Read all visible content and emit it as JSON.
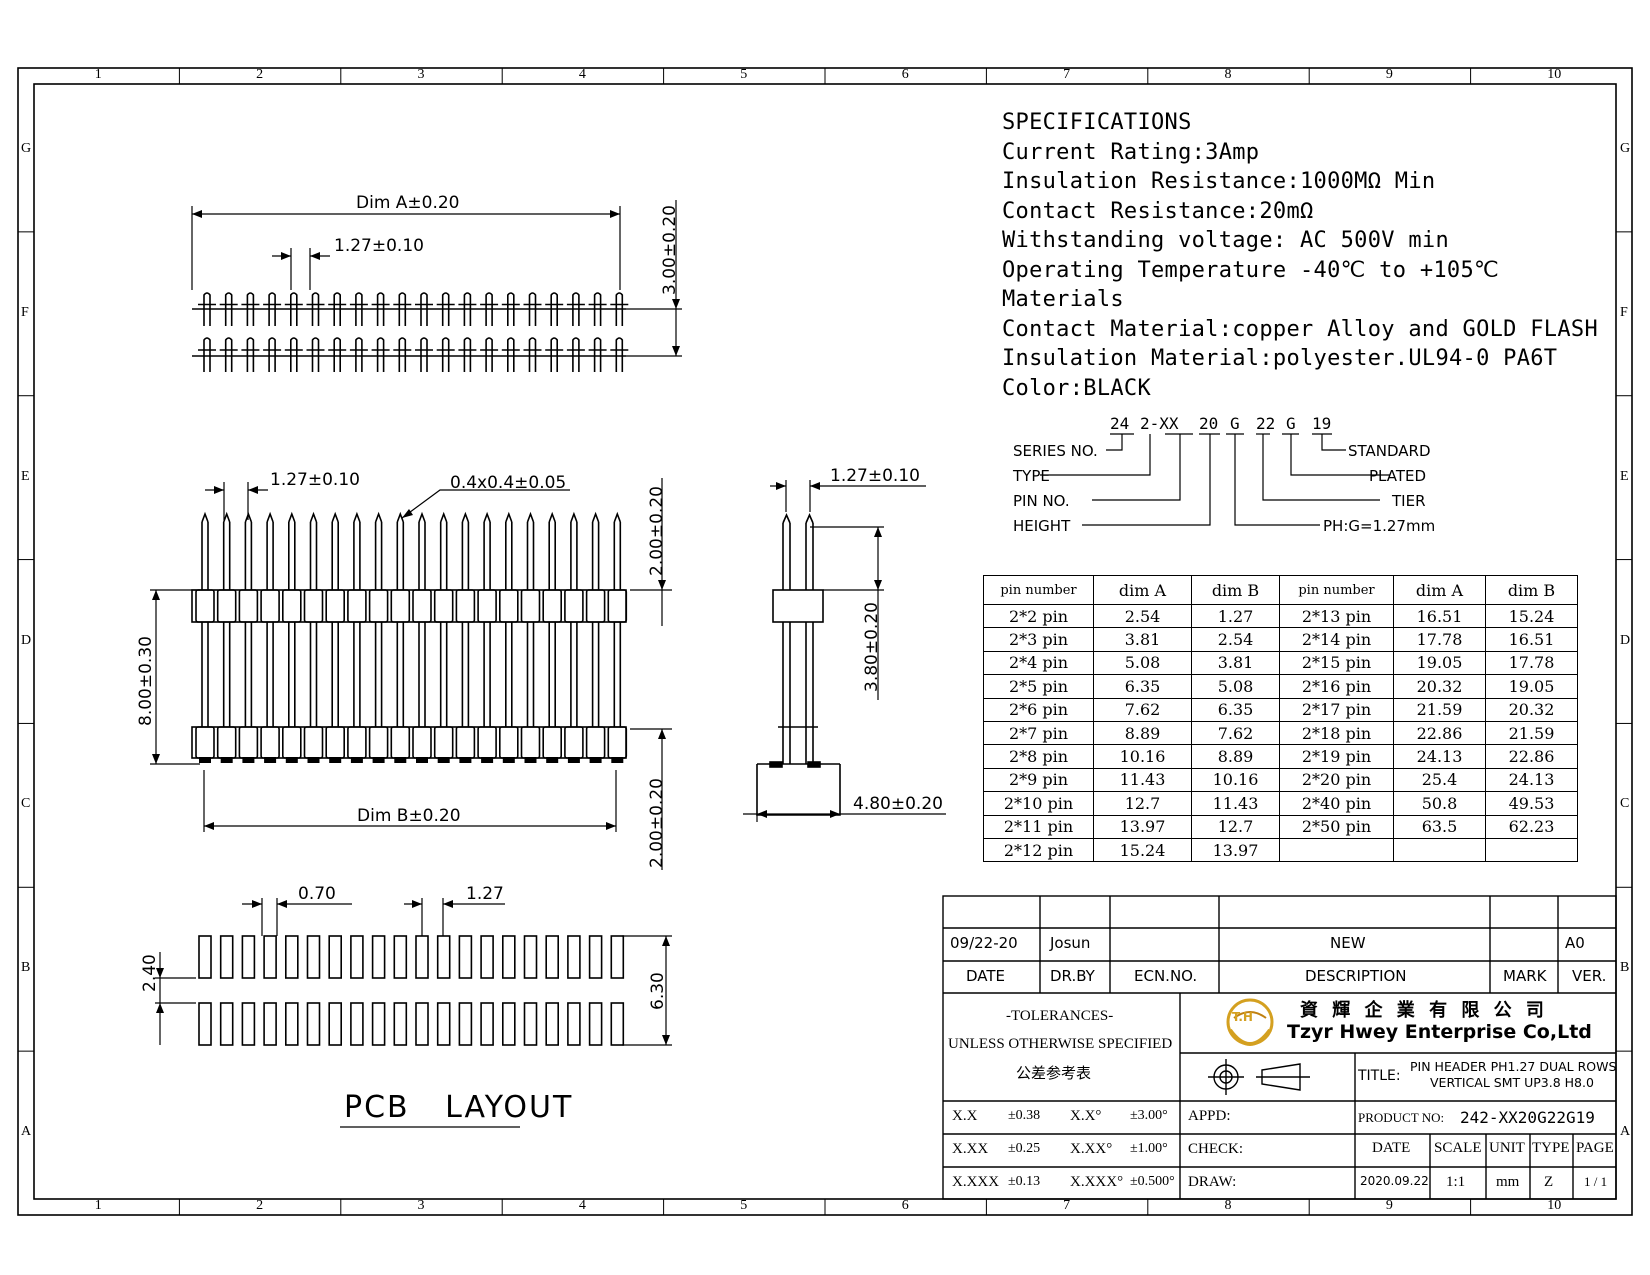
{
  "frame": {
    "columns": [
      "1",
      "2",
      "3",
      "4",
      "5",
      "6",
      "7",
      "8",
      "9",
      "10"
    ],
    "rows": [
      "G",
      "F",
      "E",
      "D",
      "C",
      "B",
      "A"
    ]
  },
  "specifications": [
    "SPECIFICATIONS",
    "Current Rating:3Amp",
    "Insulation Resistance:1000MΩ Min",
    "Contact Resistance:20mΩ",
    "Withstanding voltage: AC 500V min",
    "Operating Temperature -40℃ to +105℃",
    "Materials",
    "Contact Material:copper Alloy and GOLD FLASH",
    "Insulation Material:polyester.UL94-0 PA6T",
    "Color:BLACK"
  ],
  "part_code": {
    "segments": [
      "24",
      "2-XX",
      "20",
      "G",
      "22",
      "G",
      "19"
    ],
    "labels_left": [
      "SERIES NO.",
      "TYPE",
      "PIN NO.",
      "HEIGHT"
    ],
    "labels_right": [
      "STANDARD",
      "PLATED",
      "TIER",
      "PH:G=1.27mm"
    ]
  },
  "dimensions": {
    "top_dimA": "Dim A±0.20",
    "top_pitch": "1.27±0.10",
    "top_height": "3.00±0.20",
    "front_pitch": "1.27±0.10",
    "front_pin": "0.4x0.4±0.05",
    "front_upper": "2.00±0.20",
    "front_body": "8.00±0.30",
    "front_lower": "2.00±0.20",
    "front_dimB": "Dim B±0.20",
    "side_pitch": "1.27±0.10",
    "side_height": "3.80±0.20",
    "side_width": "4.80±0.20",
    "pcb_pad": "0.70",
    "pcb_pitch": "1.27",
    "pcb_row": "2.40",
    "pcb_total": "6.30",
    "pcb_title": "PCB LAYOUT"
  },
  "dim_table": {
    "headers": [
      "pin number",
      "dim A",
      "dim B",
      "pin number",
      "dim A",
      "dim B"
    ],
    "rows": [
      [
        "2*2 pin",
        "2.54",
        "1.27",
        "2*13 pin",
        "16.51",
        "15.24"
      ],
      [
        "2*3 pin",
        "3.81",
        "2.54",
        "2*14 pin",
        "17.78",
        "16.51"
      ],
      [
        "2*4 pin",
        "5.08",
        "3.81",
        "2*15 pin",
        "19.05",
        "17.78"
      ],
      [
        "2*5 pin",
        "6.35",
        "5.08",
        "2*16 pin",
        "20.32",
        "19.05"
      ],
      [
        "2*6 pin",
        "7.62",
        "6.35",
        "2*17 pin",
        "21.59",
        "20.32"
      ],
      [
        "2*7 pin",
        "8.89",
        "7.62",
        "2*18 pin",
        "22.86",
        "21.59"
      ],
      [
        "2*8 pin",
        "10.16",
        "8.89",
        "2*19 pin",
        "24.13",
        "22.86"
      ],
      [
        "2*9 pin",
        "11.43",
        "10.16",
        "2*20 pin",
        "25.4",
        "24.13"
      ],
      [
        "2*10 pin",
        "12.7",
        "11.43",
        "2*40 pin",
        "50.8",
        "49.53"
      ],
      [
        "2*11 pin",
        "13.97",
        "12.7",
        "2*50 pin",
        "63.5",
        "62.23"
      ],
      [
        "2*12 pin",
        "15.24",
        "13.97",
        "",
        "",
        ""
      ]
    ]
  },
  "title_block": {
    "revision": {
      "date": "09/22-20",
      "drawn_by": "Josun",
      "ecn": "",
      "description": "NEW",
      "mark": "",
      "version": "A0"
    },
    "revision_headers": {
      "date": "DATE",
      "drawn_by": "DR.BY",
      "ecn": "ECN.NO.",
      "description": "DESCRIPTION",
      "mark": "MARK",
      "version": "VER."
    },
    "tolerances_title": "-TOLERANCES-",
    "tolerances_note": "UNLESS OTHERWISE SPECIFIED",
    "tolerances_cn": "公差参考表",
    "company_cn": "資 輝 企 業 有 限 公 司",
    "company_en": "Tzyr Hwey Enterprise Co,Ltd",
    "logo_text": "T.H",
    "title_label": "TITLE:",
    "title_line1": "PIN HEADER PH1.27 DUAL ROWS",
    "title_line2": "VERTICAL SMT UP3.8 H8.0",
    "product_label": "PRODUCT NO:",
    "product_no": "242-XX20G22G19",
    "tolerance_rows": [
      [
        "X.X",
        "±0.38",
        "X.X°",
        "±3.00°"
      ],
      [
        "X.XX",
        "±0.25",
        "X.XX°",
        "±1.00°"
      ],
      [
        "X.XXX",
        "±0.13",
        "X.XXX°",
        "±0.500°"
      ]
    ],
    "appd_label": "APPD:",
    "check_label": "CHECK:",
    "draw_label": "DRAW:",
    "info_headers": [
      "DATE",
      "SCALE",
      "UNIT",
      "TYPE",
      "PAGE"
    ],
    "info_values": [
      "2020.09.22",
      "1:1",
      "mm",
      "Z",
      "1 / 1"
    ]
  }
}
